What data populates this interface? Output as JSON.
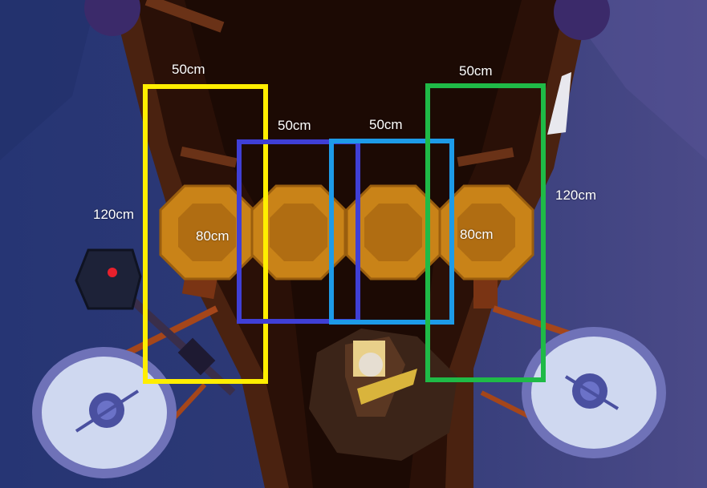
{
  "zones": [
    {
      "name": "yellow",
      "color": "#ffee00",
      "width_label": "50cm",
      "height_label": "120cm"
    },
    {
      "name": "blue",
      "color": "#3f3fd6",
      "width_label": "50cm"
    },
    {
      "name": "cyan",
      "color": "#1d9be8",
      "width_label": "50cm"
    },
    {
      "name": "green",
      "color": "#1fba47",
      "width_label": "50cm",
      "height_label": "120cm"
    }
  ],
  "shield_labels": {
    "left": "80cm",
    "right": "80cm"
  },
  "colors": {
    "water_left": "#2b3a78",
    "water_right": "#4a4a88",
    "hull": "#3b1a0c",
    "hull_inner": "#1e0c05",
    "shield_gold": "#c98318",
    "shield_dark": "#b06d12",
    "round_shield": "#cfd8f0",
    "round_shield_rim": "#6f72b8"
  }
}
